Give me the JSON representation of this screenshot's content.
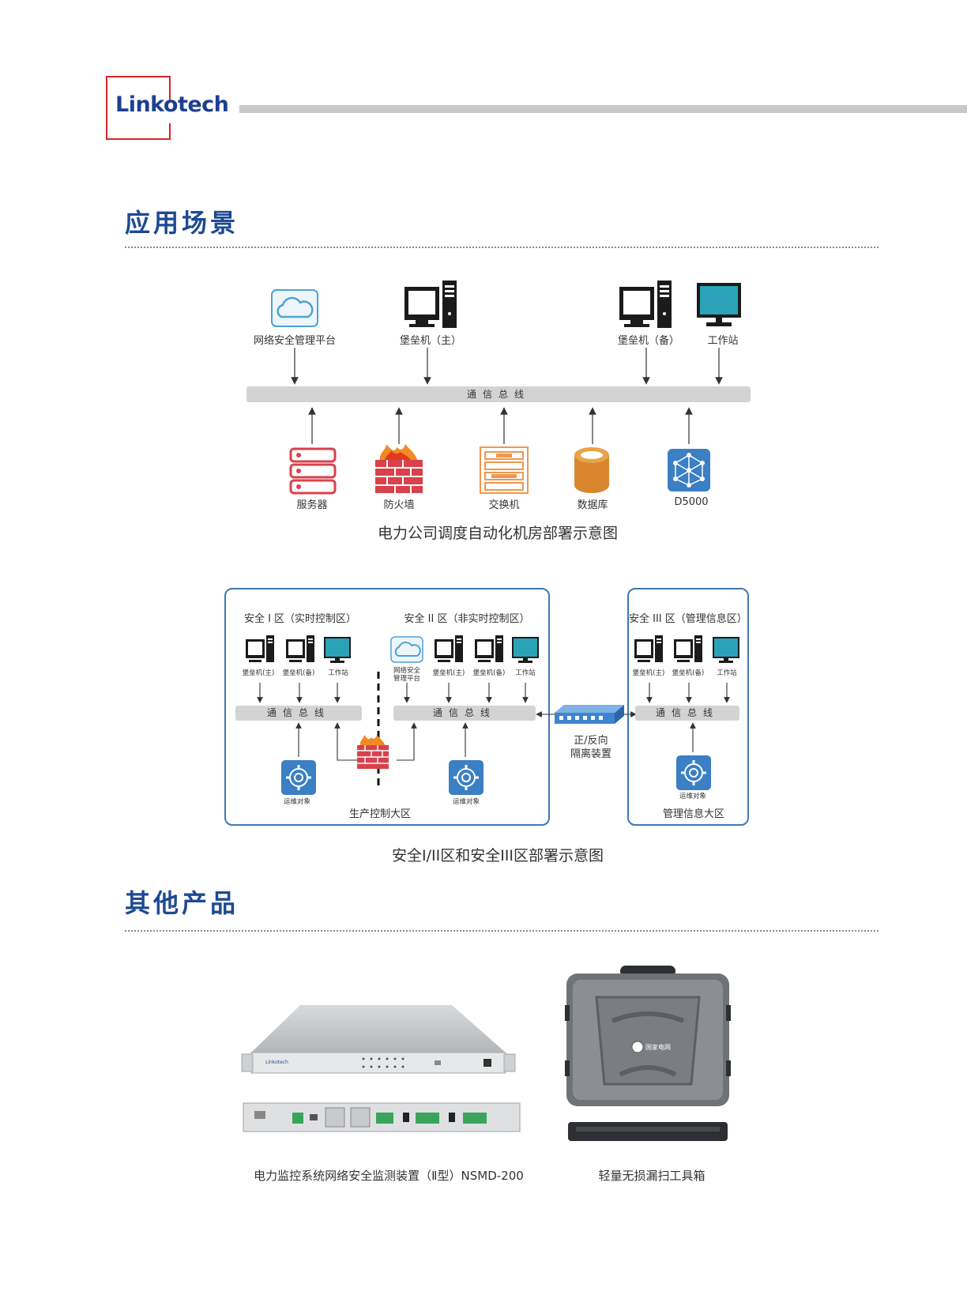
{
  "brand": {
    "logo_text": "Linkotech"
  },
  "sections": {
    "scenarios_title": "应用场景",
    "products_title": "其他产品"
  },
  "diagram1": {
    "top_nodes": {
      "platform": "网络安全管理平台",
      "bastion_main": "堡垒机（主）",
      "bastion_backup": "堡垒机（备）",
      "workstation": "工作站"
    },
    "bus_label": "通信总线",
    "bottom_nodes": {
      "server": "服务器",
      "firewall": "防火墙",
      "switch": "交换机",
      "database": "数据库",
      "d5000": "D5000"
    },
    "caption": "电力公司调度自动化机房部署示意图"
  },
  "diagram2": {
    "zone1_title": "安全 I 区（实时控制区）",
    "zone2_title": "安全 II 区（非实时控制区）",
    "zone3_title": "安全 III 区（管理信息区）",
    "bastion_main": "堡垒机(主)",
    "bastion_backup": "堡垒机(备)",
    "workstation": "工作站",
    "platform_line1": "网络安全",
    "platform_line2": "管理平台",
    "bus_label": "通信总线",
    "ops_target": "运维对象",
    "isolation_line1": "正/反向",
    "isolation_line2": "隔离装置",
    "prod_zone": "生产控制大区",
    "mgmt_zone": "管理信息大区",
    "caption": "安全I/II区和安全III区部署示意图"
  },
  "products": {
    "p1_caption": "电力监控系统网络安全监测装置（Ⅱ型）NSMD-200",
    "p2_caption": "轻量无损漏扫工具箱",
    "p2_badge": "国家电网",
    "p1_badge": "Linkotech"
  },
  "colors": {
    "brand_blue": "#1d4a93",
    "logo_red": "#d9262b",
    "zone_border": "#3d79b6",
    "bus_gray": "#d3d3d3"
  }
}
